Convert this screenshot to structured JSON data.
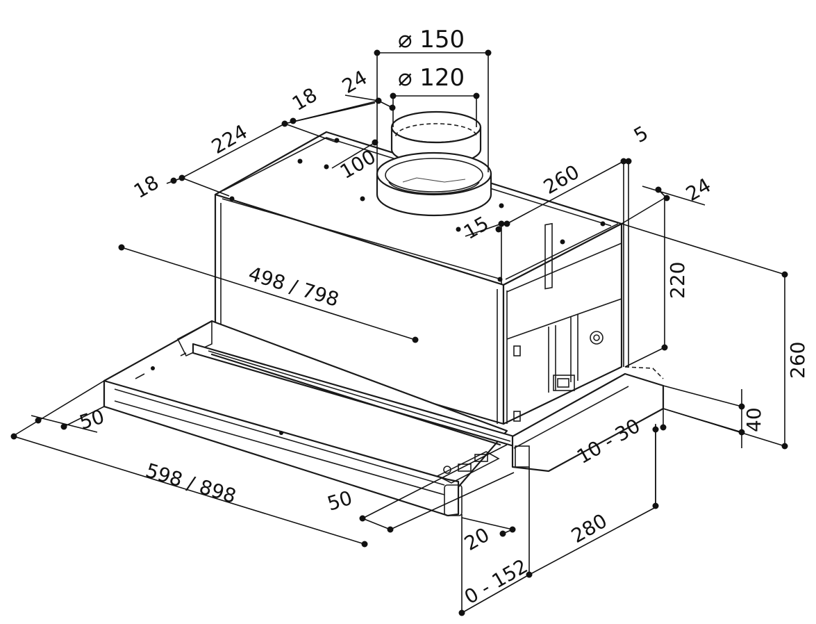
{
  "dimensions": {
    "d_outlet_150": "⌀ 150",
    "d_outlet_120": "⌀ 120",
    "d_24_top": "24",
    "d_18_top": "18",
    "d_224": "224",
    "d_18_left": "18",
    "d_100": "100",
    "d_5": "5",
    "d_260_top": "260",
    "d_24_right": "24",
    "d_15": "15",
    "d_498_798": "498 / 798",
    "d_220": "220",
    "d_260_right": "260",
    "d_40": "40",
    "d_10_30": "10 - 30",
    "d_50_left": "50",
    "d_598_898": "598 / 898",
    "d_50_bottom": "50",
    "d_20": "20",
    "d_280": "280",
    "d_0_152": "0 - 152"
  }
}
